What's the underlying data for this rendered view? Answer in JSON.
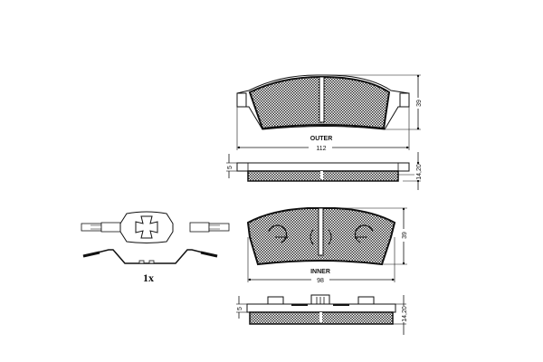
{
  "diagram": {
    "type": "brake-pad-technical-drawing",
    "colors": {
      "line": "#111111",
      "fill_pattern": "#555555",
      "background": "#ffffff"
    },
    "outer_pad": {
      "label": "OUTER",
      "width_mm": "112",
      "height_mm": "39",
      "side_view": {
        "backplate_thickness_mm": "5",
        "total_thickness_mm": "14,20"
      }
    },
    "inner_pad": {
      "label": "INNER",
      "width_mm": "98",
      "height_mm": "39",
      "side_view": {
        "backplate_thickness_mm": "5",
        "total_thickness_mm": "14,20"
      }
    },
    "accessory": {
      "name": "anti-rattle spring clip",
      "quantity": "1x"
    }
  }
}
